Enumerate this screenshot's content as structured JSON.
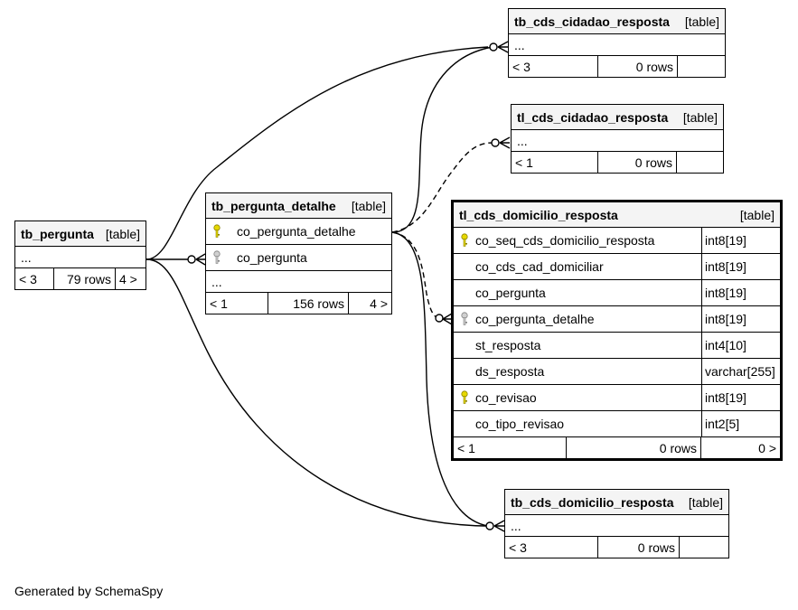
{
  "tables": {
    "tb_pergunta": {
      "name": "tb_pergunta",
      "type": "[table]",
      "dots": "...",
      "left": "< 3",
      "rows": "79 rows",
      "right": "4 >"
    },
    "tb_pergunta_detalhe": {
      "name": "tb_pergunta_detalhe",
      "type": "[table]",
      "columns": [
        {
          "name": "co_pergunta_detalhe",
          "key": "primary"
        },
        {
          "name": "co_pergunta",
          "key": "foreign"
        }
      ],
      "dots": "...",
      "left": "< 1",
      "rows": "156 rows",
      "right": "4 >"
    },
    "tb_cds_cidadao_resposta": {
      "name": "tb_cds_cidadao_resposta",
      "type": "[table]",
      "dots": "...",
      "left": "< 3",
      "rows": "0 rows",
      "right": ""
    },
    "tl_cds_cidadao_resposta": {
      "name": "tl_cds_cidadao_resposta",
      "type": "[table]",
      "dots": "...",
      "left": "< 1",
      "rows": "0 rows",
      "right": ""
    },
    "tl_cds_domicilio_resposta": {
      "name": "tl_cds_domicilio_resposta",
      "type": "[table]",
      "columns": [
        {
          "name": "co_seq_cds_domicilio_resposta",
          "type": "int8[19]",
          "key": "primary"
        },
        {
          "name": "co_cds_cad_domiciliar",
          "type": "int8[19]",
          "key": ""
        },
        {
          "name": "co_pergunta",
          "type": "int8[19]",
          "key": ""
        },
        {
          "name": "co_pergunta_detalhe",
          "type": "int8[19]",
          "key": "foreign"
        },
        {
          "name": "st_resposta",
          "type": "int4[10]",
          "key": ""
        },
        {
          "name": "ds_resposta",
          "type": "varchar[255]",
          "key": ""
        },
        {
          "name": "co_revisao",
          "type": "int8[19]",
          "key": "primary"
        },
        {
          "name": "co_tipo_revisao",
          "type": "int2[5]",
          "key": ""
        }
      ],
      "left": "< 1",
      "rows": "0 rows",
      "right": "0 >"
    },
    "tb_cds_domicilio_resposta": {
      "name": "tb_cds_domicilio_resposta",
      "type": "[table]",
      "dots": "...",
      "left": "< 3",
      "rows": "0 rows",
      "right": ""
    }
  },
  "relationships": [
    {
      "from": "tb_pergunta",
      "to": "tb_cds_cidadao_resposta",
      "style": "solid"
    },
    {
      "from": "tb_pergunta",
      "to": "tb_pergunta_detalhe",
      "style": "solid"
    },
    {
      "from": "tb_pergunta",
      "to": "tb_cds_domicilio_resposta",
      "style": "solid"
    },
    {
      "from": "tb_pergunta_detalhe",
      "to": "tb_cds_cidadao_resposta",
      "style": "solid"
    },
    {
      "from": "tb_pergunta_detalhe",
      "to": "tl_cds_cidadao_resposta",
      "style": "dashed"
    },
    {
      "from": "tb_pergunta_detalhe",
      "to": "tl_cds_domicilio_resposta",
      "style": "dashed"
    },
    {
      "from": "tb_pergunta_detalhe",
      "to": "tb_cds_domicilio_resposta",
      "style": "solid"
    }
  ],
  "colors": {
    "primary_key": "#e6d800",
    "foreign_key": "#b0b0b0",
    "header_bg": "#f4f4f4"
  },
  "credit": "Generated by SchemaSpy"
}
